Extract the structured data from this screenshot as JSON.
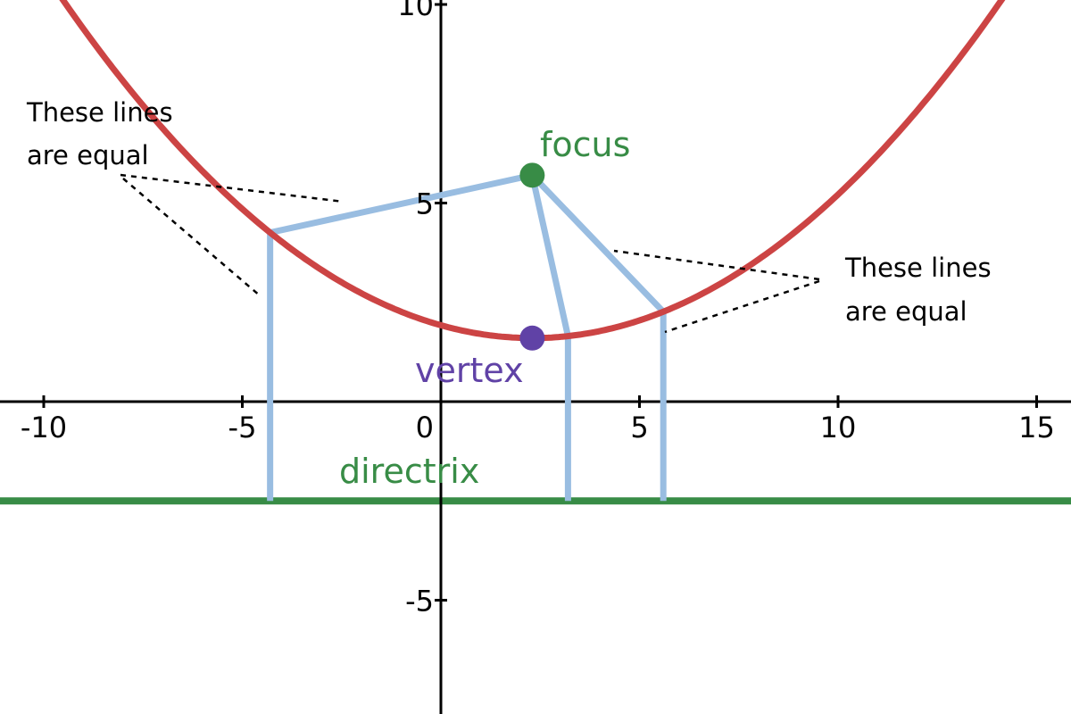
{
  "axes": {
    "x_ticks": [
      {
        "value": -10,
        "label": "-10"
      },
      {
        "value": -5,
        "label": "-5"
      },
      {
        "value": 0,
        "label": "0"
      },
      {
        "value": 5,
        "label": "5"
      },
      {
        "value": 10,
        "label": "10"
      },
      {
        "value": 15,
        "label": "15"
      }
    ],
    "y_ticks": [
      {
        "value": 10,
        "label": "10"
      },
      {
        "value": 5,
        "label": "5"
      },
      {
        "value": -5,
        "label": "-5"
      }
    ]
  },
  "labels": {
    "focus": "focus",
    "vertex": "vertex",
    "directrix": "directrix"
  },
  "notes": {
    "left_line1": "These lines",
    "left_line2": "are equal",
    "right_line1": "These lines",
    "right_line2": "are equal"
  },
  "geometry": {
    "focus": {
      "x": 2.3,
      "y": 5.7
    },
    "vertex": {
      "x": 2.3,
      "y": 1.6
    },
    "directrix_y": -2.5,
    "parabola_p": 4.1
  },
  "colors": {
    "parabola": "#cc4444",
    "focus": "#388c46",
    "vertex": "#6042a6",
    "directrix": "#388c46",
    "construction": "#99bde1",
    "axis": "#000000"
  }
}
